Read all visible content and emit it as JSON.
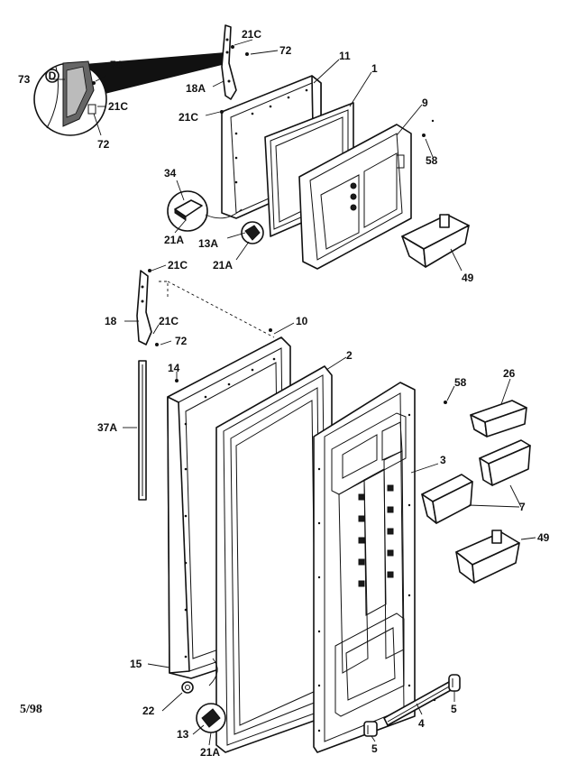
{
  "callouts": [
    {
      "id": "c-21c-a",
      "text": "21C"
    },
    {
      "id": "c-72-a",
      "text": "72"
    },
    {
      "id": "c-74",
      "text": "74"
    },
    {
      "id": "c-73",
      "text": "73"
    },
    {
      "id": "c-18a",
      "text": "18A"
    },
    {
      "id": "c-21c-b",
      "text": "21C"
    },
    {
      "id": "c-72-b",
      "text": "72"
    },
    {
      "id": "c-21c-c",
      "text": "21C"
    },
    {
      "id": "c-11",
      "text": "11"
    },
    {
      "id": "c-1",
      "text": "1"
    },
    {
      "id": "c-9",
      "text": "9"
    },
    {
      "id": "c-58-a",
      "text": "58"
    },
    {
      "id": "c-34",
      "text": "34"
    },
    {
      "id": "c-21a-a",
      "text": "21A"
    },
    {
      "id": "c-13a",
      "text": "13A"
    },
    {
      "id": "c-21a-b",
      "text": "21A"
    },
    {
      "id": "c-49-a",
      "text": "49"
    },
    {
      "id": "c-21c-d",
      "text": "21C"
    },
    {
      "id": "c-18",
      "text": "18"
    },
    {
      "id": "c-21c-e",
      "text": "21C"
    },
    {
      "id": "c-72-c",
      "text": "72"
    },
    {
      "id": "c-10",
      "text": "10"
    },
    {
      "id": "c-14",
      "text": "14"
    },
    {
      "id": "c-2",
      "text": "2"
    },
    {
      "id": "c-58-b",
      "text": "58"
    },
    {
      "id": "c-26",
      "text": "26"
    },
    {
      "id": "c-37a",
      "text": "37A"
    },
    {
      "id": "c-3",
      "text": "3"
    },
    {
      "id": "c-7",
      "text": "7"
    },
    {
      "id": "c-49-b",
      "text": "49"
    },
    {
      "id": "c-15",
      "text": "15"
    },
    {
      "id": "c-22",
      "text": "22"
    },
    {
      "id": "c-13",
      "text": "13"
    },
    {
      "id": "c-21a-c",
      "text": "21A"
    },
    {
      "id": "c-5-a",
      "text": "5"
    },
    {
      "id": "c-4",
      "text": "4"
    },
    {
      "id": "c-5-b",
      "text": "5"
    }
  ],
  "stamp": "5/98",
  "detail_badge": "D"
}
